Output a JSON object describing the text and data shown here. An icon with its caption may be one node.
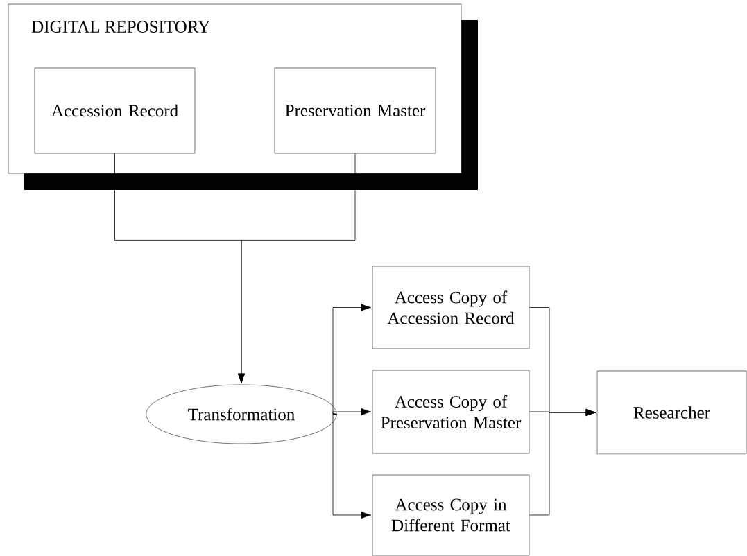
{
  "diagram": {
    "nodes": [
      {
        "text": [
          "DIGITAL REPOSITORY"
        ]
      },
      {
        "text": [
          "Accession Record"
        ],
        "in": 0
      },
      {
        "text": [
          "Preservation Master"
        ],
        "in": 0
      },
      {
        "text": [
          "Transformation"
        ]
      },
      {
        "text": [
          "Access Copy of Accession Record"
        ]
      },
      {
        "text": [
          "Access Copy of Preservation Master"
        ]
      },
      {
        "text": [
          "Access Copy in Different Format"
        ]
      },
      {
        "text": [
          "Researcher"
        ]
      }
    ],
    "edges": [
      {
        "from": 1,
        "to": 3,
        "arrow": "to"
      },
      {
        "from": 2,
        "to": 3,
        "arrow": "to"
      },
      {
        "from": 3,
        "to": 4,
        "arrow": "to"
      },
      {
        "from": 3,
        "to": 5,
        "arrow": "to"
      },
      {
        "from": 3,
        "to": 6,
        "arrow": "to"
      },
      {
        "from": 4,
        "to": 7,
        "arrow": "to"
      },
      {
        "from": 5,
        "to": 7,
        "arrow": "to"
      },
      {
        "from": 6,
        "to": 7,
        "arrow": "to"
      }
    ]
  }
}
